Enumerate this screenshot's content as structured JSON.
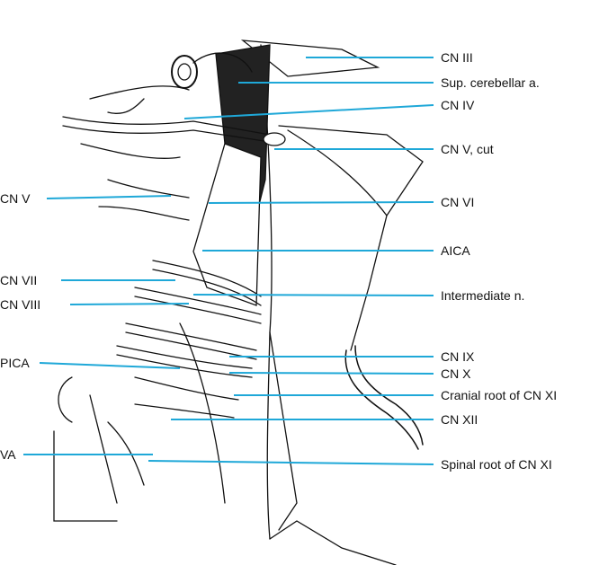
{
  "colors": {
    "leader": "#1fa8d8",
    "ink": "#111111"
  },
  "right_labels": [
    {
      "id": "cn-iii",
      "text": "CN III"
    },
    {
      "id": "sup-cerebellar-a",
      "text": "Sup. cerebellar a."
    },
    {
      "id": "cn-iv",
      "text": "CN IV"
    },
    {
      "id": "cn-v-cut",
      "text": "CN V, cut"
    },
    {
      "id": "cn-vi",
      "text": "CN VI"
    },
    {
      "id": "aica",
      "text": "AICA"
    },
    {
      "id": "intermediate-n",
      "text": "Intermediate n."
    },
    {
      "id": "cn-ix",
      "text": "CN IX"
    },
    {
      "id": "cn-x",
      "text": "CN X"
    },
    {
      "id": "cranial-root-cn-xi",
      "text": "Cranial root of CN XI"
    },
    {
      "id": "cn-xii",
      "text": "CN XII"
    },
    {
      "id": "spinal-root-cn-xi",
      "text": "Spinal root of CN XI"
    }
  ],
  "left_labels": [
    {
      "id": "cn-v",
      "text": "CN V"
    },
    {
      "id": "cn-vii",
      "text": "CN VII"
    },
    {
      "id": "cn-viii",
      "text": "CN VIII"
    },
    {
      "id": "pica",
      "text": "PICA"
    },
    {
      "id": "va",
      "text": "VA"
    }
  ]
}
